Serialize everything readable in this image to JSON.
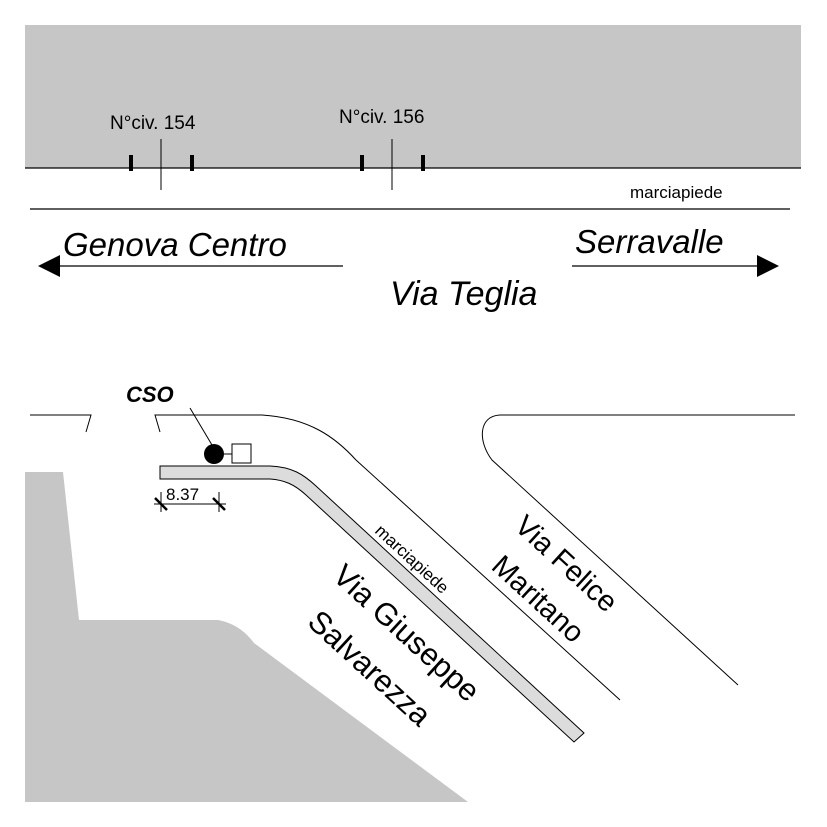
{
  "map": {
    "building_fill": "#c6c6c6",
    "sidewalk_fill": "#dcdcdc",
    "line_color": "#000000"
  },
  "top": {
    "civic_1": "N°civ. 154",
    "civic_2": "N°civ. 156",
    "sidewalk_label": "marciapiede",
    "direction_left": "Genova Centro",
    "direction_right": "Serravalle",
    "street_name": "Via Teglia"
  },
  "bottom": {
    "cso_label": "CSO",
    "distance_label": "8.37",
    "sidewalk_label": "marciapiede",
    "street_1_line_1": "Via Felice",
    "street_1_line_2": "Maritano",
    "street_2_line_1": "Via Giuseppe",
    "street_2_line_2": "Salvarezza"
  }
}
